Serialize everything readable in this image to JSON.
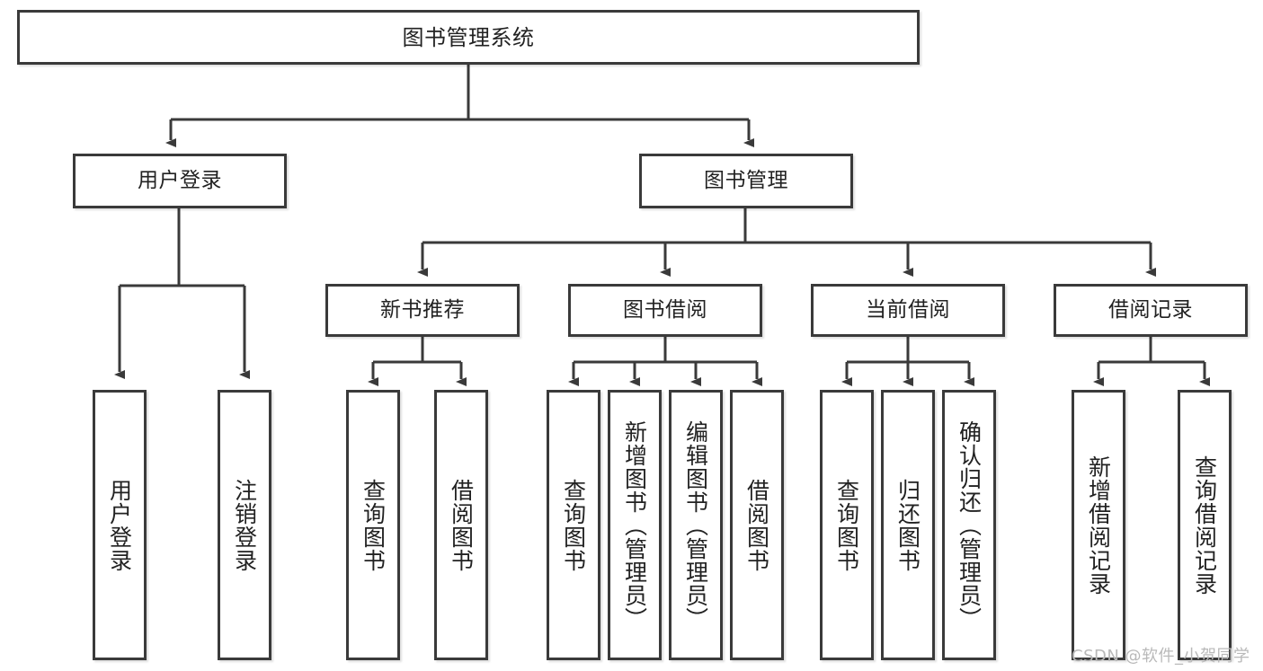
{
  "diagram": {
    "type": "tree-hierarchy-chart",
    "title": "图书管理系统",
    "orientation": "top-down",
    "colors": {
      "box_border": "#3a3a3a",
      "box_fill": "#ffffff",
      "edge": "#3a3a3a",
      "text": "#222222",
      "watermark": "#b9b9b9",
      "background": "#ffffff"
    }
  },
  "root": {
    "label": "图书管理系统"
  },
  "level1": [
    {
      "label": "用户登录"
    },
    {
      "label": "图书管理"
    }
  ],
  "level2": [
    {
      "label": "新书推荐"
    },
    {
      "label": "图书借阅"
    },
    {
      "label": "当前借阅"
    },
    {
      "label": "借阅记录"
    }
  ],
  "leaves": {
    "user_login": [
      {
        "label": "用户登录"
      },
      {
        "label": "注销登录"
      }
    ],
    "new_book_recommend": [
      {
        "label": "查询图书"
      },
      {
        "label": "借阅图书"
      }
    ],
    "book_borrow": [
      {
        "label": "查询图书"
      },
      {
        "label": "新增图书（管理员）"
      },
      {
        "label": "编辑图书（管理员）"
      },
      {
        "label": "借阅图书"
      }
    ],
    "current_borrow": [
      {
        "label": "查询图书"
      },
      {
        "label": "归还图书"
      },
      {
        "label": "确认归还（管理员）"
      }
    ],
    "borrow_record": [
      {
        "label": "新增借阅记录"
      },
      {
        "label": "查询借阅记录"
      }
    ]
  },
  "watermark": {
    "text": "CSDN @软件_小贺同学"
  }
}
